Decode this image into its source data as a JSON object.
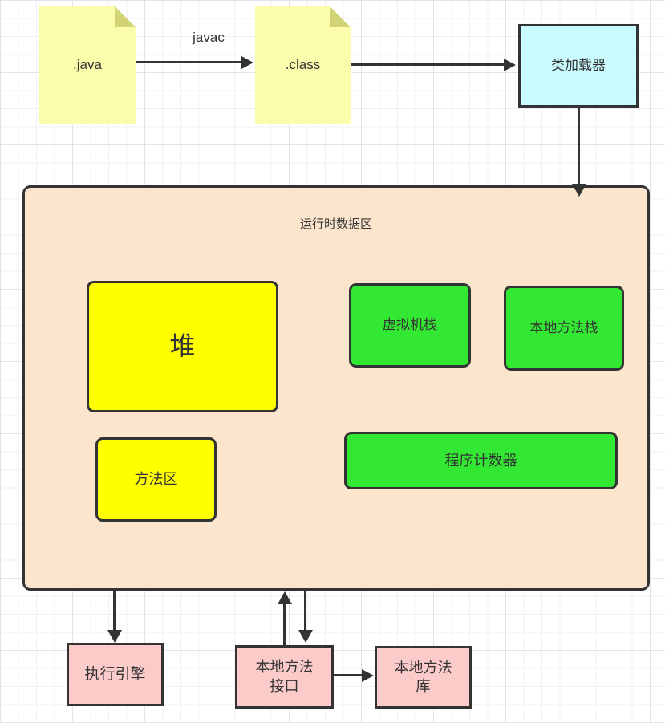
{
  "flow": {
    "java_file_label": ".java",
    "javac_label": "javac",
    "class_file_label": ".class",
    "class_loader_label": "类加载器"
  },
  "runtime_area": {
    "title": "运行时数据区",
    "heap_label": "堆",
    "vm_stack_label": "虚拟机栈",
    "native_method_stack_label": "本地方法栈",
    "method_area_label": "方法区",
    "program_counter_label": "程序计数器"
  },
  "bottom": {
    "execution_engine_label": "执行引擎",
    "native_interface_line1": "本地方法",
    "native_interface_line2": "接口",
    "native_library_line1": "本地方法",
    "native_library_line2": "库"
  },
  "colors": {
    "note_fill": "#FCFCAD",
    "note_fold": "#D2D276",
    "class_loader_fill": "#CAFBFE",
    "runtime_fill": "#FCE5CD",
    "heap_fill": "#FFFF00",
    "stack_fill": "#33E833",
    "engine_fill": "#FBCBCA",
    "line": "#333333"
  }
}
